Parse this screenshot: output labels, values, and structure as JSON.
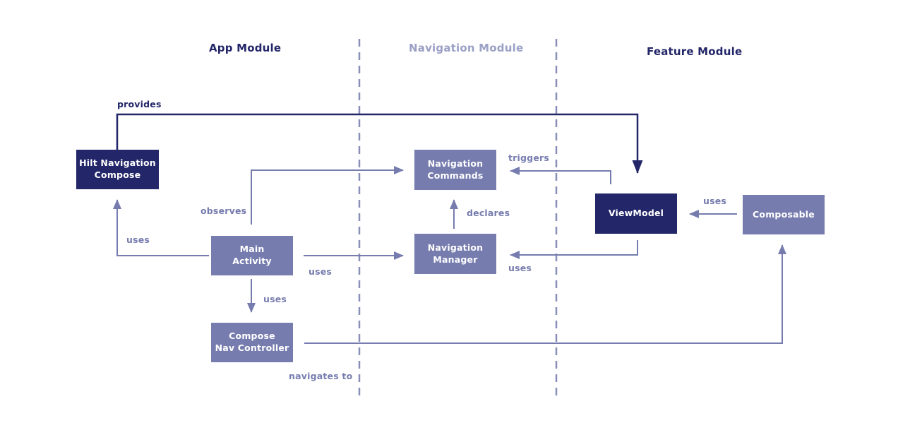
{
  "modules": [
    {
      "id": "app",
      "label": "App Module"
    },
    {
      "id": "navigation",
      "label": "Navigation Module"
    },
    {
      "id": "feature",
      "label": "Feature Module"
    }
  ],
  "nodes": {
    "hilt": {
      "label": "Hilt Navigation\nCompose"
    },
    "nav_commands": {
      "label": "Navigation\nCommands"
    },
    "viewmodel": {
      "label": "ViewModel"
    },
    "composable": {
      "label": "Composable"
    },
    "main_activity": {
      "label": "Main\nActivity"
    },
    "nav_manager": {
      "label": "Navigation\nManager"
    },
    "compose_nav": {
      "label": "Compose\nNav Controller"
    }
  },
  "edge_labels": {
    "provides": "provides",
    "observes": "observes",
    "triggers": "triggers",
    "declares": "declares",
    "uses_hilt": "uses",
    "uses_main_manager": "uses",
    "uses_vm_manager": "uses",
    "uses_composable_vm": "uses",
    "uses_nav_controller": "uses",
    "navigates_to": "navigates to"
  },
  "colors": {
    "navy": "#232668",
    "purple": "#767CAE",
    "muted_title": "#9BA0C5",
    "divider": "#8A8FB8",
    "background": "#FFFFFF"
  }
}
